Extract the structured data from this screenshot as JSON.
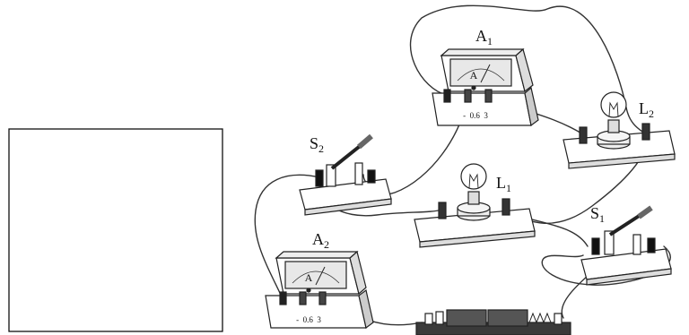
{
  "diagram": {
    "components": {
      "ammeter_1": {
        "letter": "A",
        "sub": "1",
        "dial_letter": "A",
        "scale_marks": "-  0.6  3"
      },
      "ammeter_2": {
        "letter": "A",
        "sub": "2",
        "dial_letter": "A",
        "scale_marks": "-  0.6  3"
      },
      "lamp_1": {
        "letter": "L",
        "sub": "1"
      },
      "lamp_2": {
        "letter": "L",
        "sub": "2"
      },
      "switch_1": {
        "letter": "S",
        "sub": "1"
      },
      "switch_2": {
        "letter": "S",
        "sub": "2"
      }
    },
    "answer_box": {
      "content": ""
    }
  },
  "colors": {
    "line": "#222222",
    "wire": "#333333",
    "box_border": "#111111",
    "battery": "#3a3a3a"
  }
}
